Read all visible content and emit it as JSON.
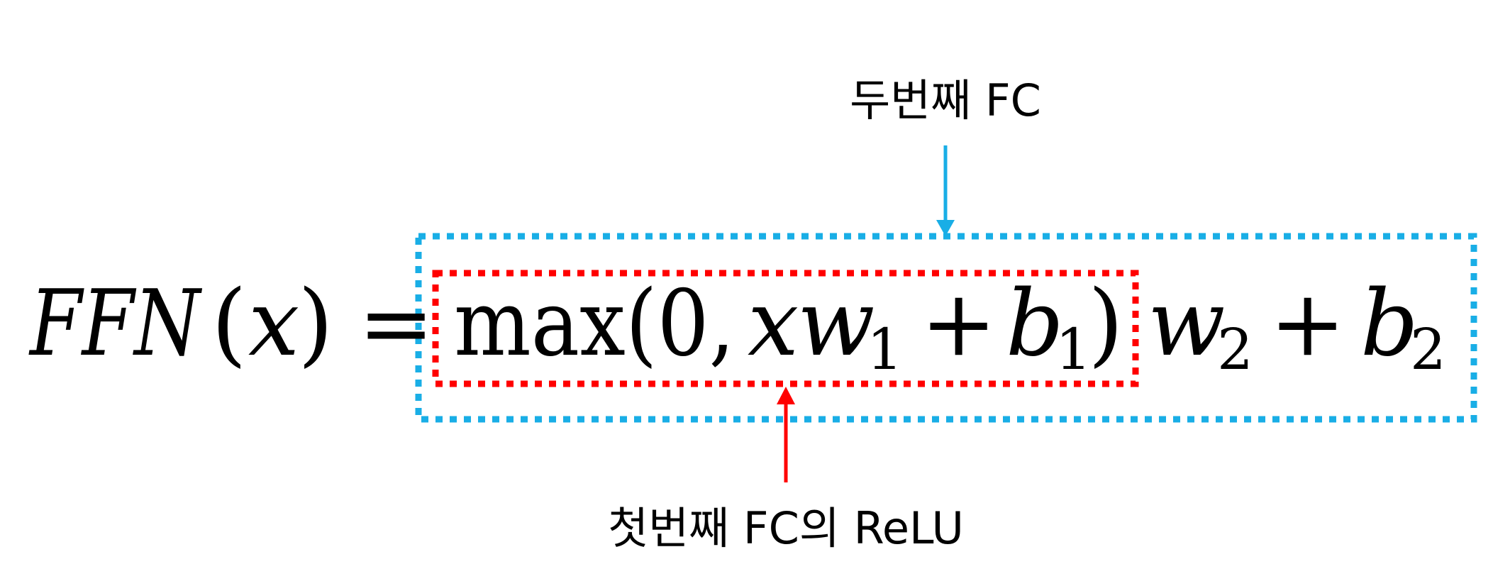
{
  "equation": {
    "lhs_func": "FFN",
    "lhs_open": "(",
    "lhs_var": "x",
    "lhs_close": ")",
    "equals": "=",
    "max_text": "max(0,",
    "x_var": "x",
    "w_var": "w",
    "sub_1": "1",
    "plus": "+",
    "b_var": "b",
    "close_paren": ")",
    "sub_2": "2"
  },
  "annotations": {
    "second_fc": "두번째 FC",
    "first_fc_relu": "첫번째 FC의 ReLU"
  },
  "colors": {
    "text": "#000000",
    "outer_box": "#19aee6",
    "inner_box": "#ff0000",
    "background": "#ffffff"
  }
}
